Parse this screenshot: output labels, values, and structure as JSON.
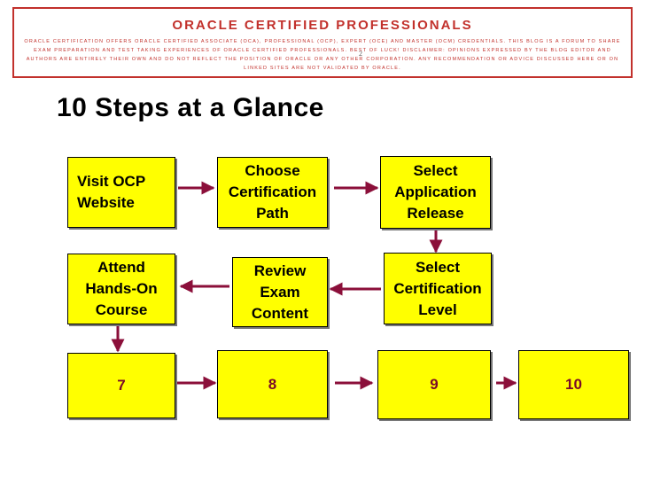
{
  "banner": {
    "title": "ORACLE CERTIFIED PROFESSIONALS",
    "text": "Oracle Certification offers Oracle Certified Associate (OCA), Professional (OCP), Expert (OCE) and Master (OCM) credentials. This blog is a forum to share exam preparation and test taking experiences of Oracle Certified Professionals. Best of Luck! Disclaimer: Opinions expressed by the blog editor and authors are entirely their own and do not reflect the position of Oracle or any other corporation. Any recommendation or advice discussed here or on linked sites are not validated by Oracle."
  },
  "page_number": "2",
  "heading": "10 Steps at a Glance",
  "steps": [
    "Visit OCP\nWebsite",
    "Choose\nCertification\nPath",
    "Select\nApplication\nRelease",
    "Select\nCertification\nLevel",
    "Review\nExam\nContent",
    "Attend\nHands-On\nCourse",
    "7",
    "8",
    "9",
    "10"
  ],
  "colors": {
    "box_fill": "#ffff00",
    "arrow": "#8b0f3a",
    "banner_accent": "#c2312c"
  }
}
